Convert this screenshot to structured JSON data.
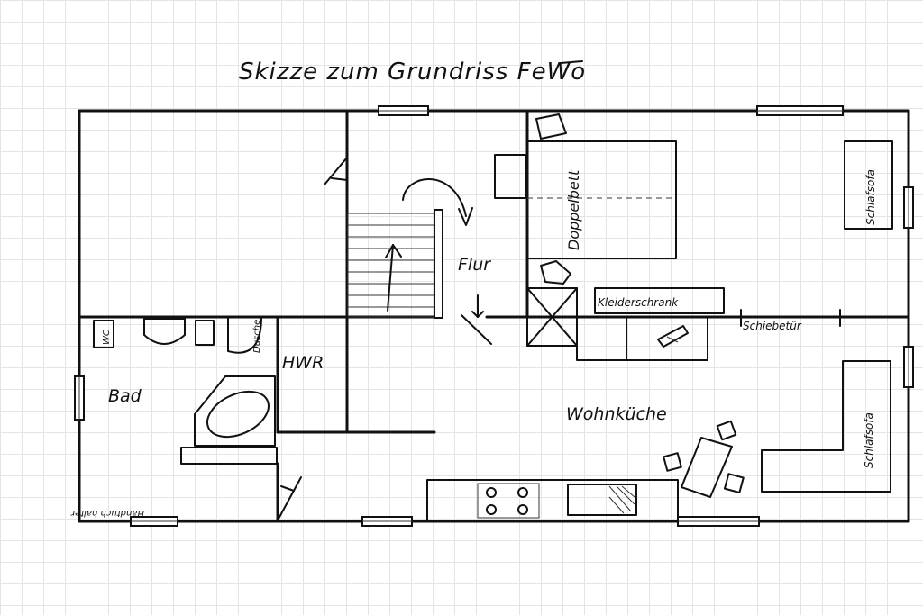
{
  "title": "Skizze zum Grundriss FeWo",
  "rooms": {
    "flur": "Flur",
    "bad": "Bad",
    "hwr": "HWR",
    "wohnkueche": "Wohnküche"
  },
  "furniture": {
    "doppelbett": "Doppelbett",
    "kleiderschrank": "Kleiderschrank",
    "schiebetuer": "Schiebetür",
    "schlafsofa_top": "Schlafsofa",
    "schlafsofa_bottom": "Schlafsofa",
    "dusche": "Dusche",
    "wc": "WC",
    "handtuchhalter": "Handtuch halter"
  }
}
